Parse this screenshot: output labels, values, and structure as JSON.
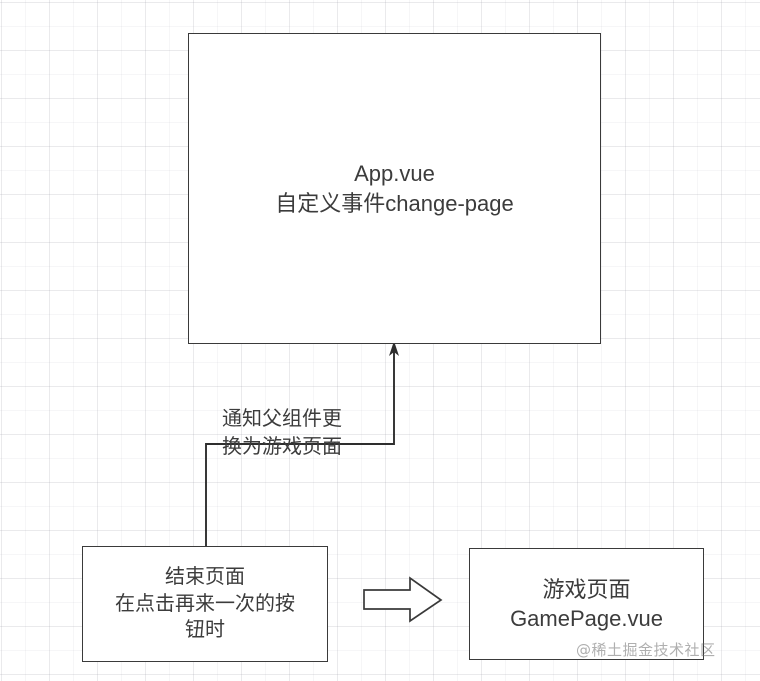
{
  "diagram": {
    "title": "Vue custom event change-page flow",
    "background": {
      "style": "graph-paper-grid",
      "grid_color": "#d6d6dc",
      "page_color": "#ffffff"
    },
    "colors": {
      "node_border": "#3a3a3a",
      "node_fill": "#ffffff",
      "text": "#3c3c3c",
      "connector": "#2e2e2e",
      "watermark": "#6e6e6e"
    },
    "nodes": [
      {
        "id": "app",
        "name": "app-vue-node",
        "text": "App.vue\n自定义事件change-page",
        "line1": "App.vue",
        "line2": "自定义事件change-page"
      },
      {
        "id": "end-page",
        "name": "end-page-node",
        "text": "结束页面\n在点击再来一次的按\n钮时",
        "line1": "结束页面",
        "line2": "在点击再来一次的按",
        "line3": "钮时"
      },
      {
        "id": "game-page",
        "name": "game-page-node",
        "text": "游戏页面\nGamePage.vue",
        "line1": "游戏页面",
        "line2": "GamePage.vue"
      }
    ],
    "edges": [
      {
        "id": "end-to-app",
        "name": "end-page-to-app-vue-edge",
        "from": "end-page",
        "to": "app",
        "label": "通知父组件更\n换为游戏页面",
        "label_line1": "通知父组件更",
        "label_line2": "换为游戏页面",
        "arrow_style": "thin-line-with-arrowhead"
      },
      {
        "id": "end-to-game",
        "name": "end-page-to-game-page-block-arrow",
        "from": "end-page",
        "to": "game-page",
        "label": "",
        "arrow_style": "outlined-block-arrow-right"
      }
    ],
    "watermark": "@稀土掘金技术社区"
  }
}
